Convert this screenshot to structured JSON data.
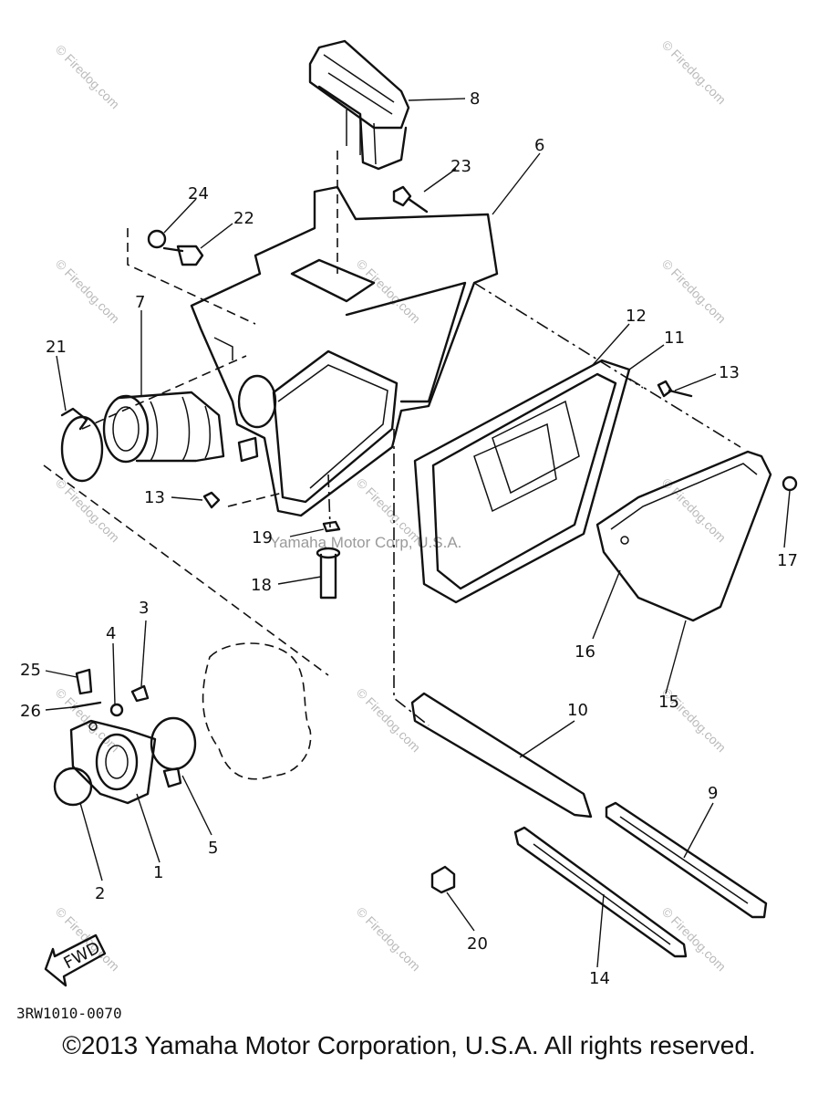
{
  "diagram": {
    "callouts": [
      "1",
      "2",
      "3",
      "4",
      "5",
      "6",
      "7",
      "8",
      "9",
      "10",
      "11",
      "12",
      "13",
      "13",
      "14",
      "15",
      "16",
      "17",
      "18",
      "19",
      "20",
      "21",
      "22",
      "23",
      "24",
      "25",
      "26"
    ],
    "fwd_label": "FWD",
    "part_code": "3RW1010-0070",
    "watermark_site": "© Firedog.com",
    "watermark_company": "Yamaha Motor Corp, U.S.A."
  },
  "footer": {
    "copyright": "©2013 Yamaha Motor Corporation, U.S.A. All rights reserved."
  }
}
